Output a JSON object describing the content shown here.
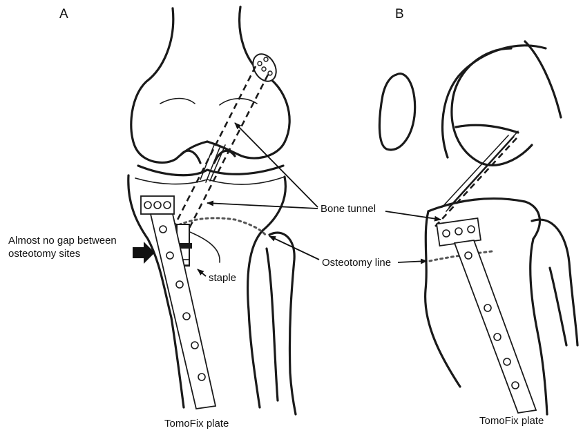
{
  "panels": {
    "a": "A",
    "b": "B"
  },
  "labels": {
    "bone_tunnel": "Bone tunnel",
    "osteotomy_line": "Osteotomy line",
    "staple": "staple",
    "gap_line1": "Almost no gap  between",
    "gap_line2": "osteotomy sites",
    "plate_a": "TomoFix plate",
    "plate_b": "TomoFix plate"
  }
}
